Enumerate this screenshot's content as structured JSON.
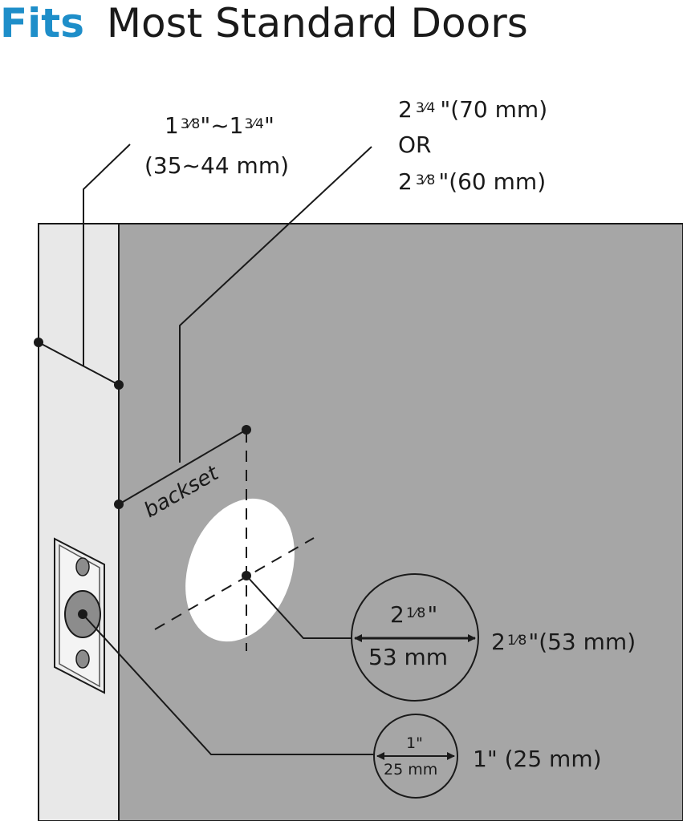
{
  "title": {
    "accent": "Fits",
    "rest": "Most Standard Doors"
  },
  "thickness": {
    "whole": "1",
    "frac_a": "3⁄8",
    "sep": "\"~1",
    "frac_b": "3⁄4",
    "close": "\"",
    "metric": "(35~44 mm)"
  },
  "backset": {
    "label": "backset",
    "opt1_whole": "2",
    "opt1_frac": "3⁄4",
    "opt1_rest": "\"(70 mm)",
    "or": "OR",
    "opt2_whole": "2",
    "opt2_frac": "3⁄8",
    "opt2_rest": "\"(60 mm)"
  },
  "bore": {
    "whole": "2",
    "frac": "1⁄8",
    "inch_mark": "\"",
    "mm": "53 mm",
    "callout_whole": "2",
    "callout_frac": "1⁄8",
    "callout_rest": "\"(53 mm)"
  },
  "latch": {
    "inch": "1\"",
    "mm": "25 mm",
    "callout": "1\" (25 mm)"
  },
  "colors": {
    "accent": "#1e8ec9",
    "door_face": "#a6a6a6",
    "door_edge": "#e8e8e8",
    "ink": "#1a1a1a"
  }
}
